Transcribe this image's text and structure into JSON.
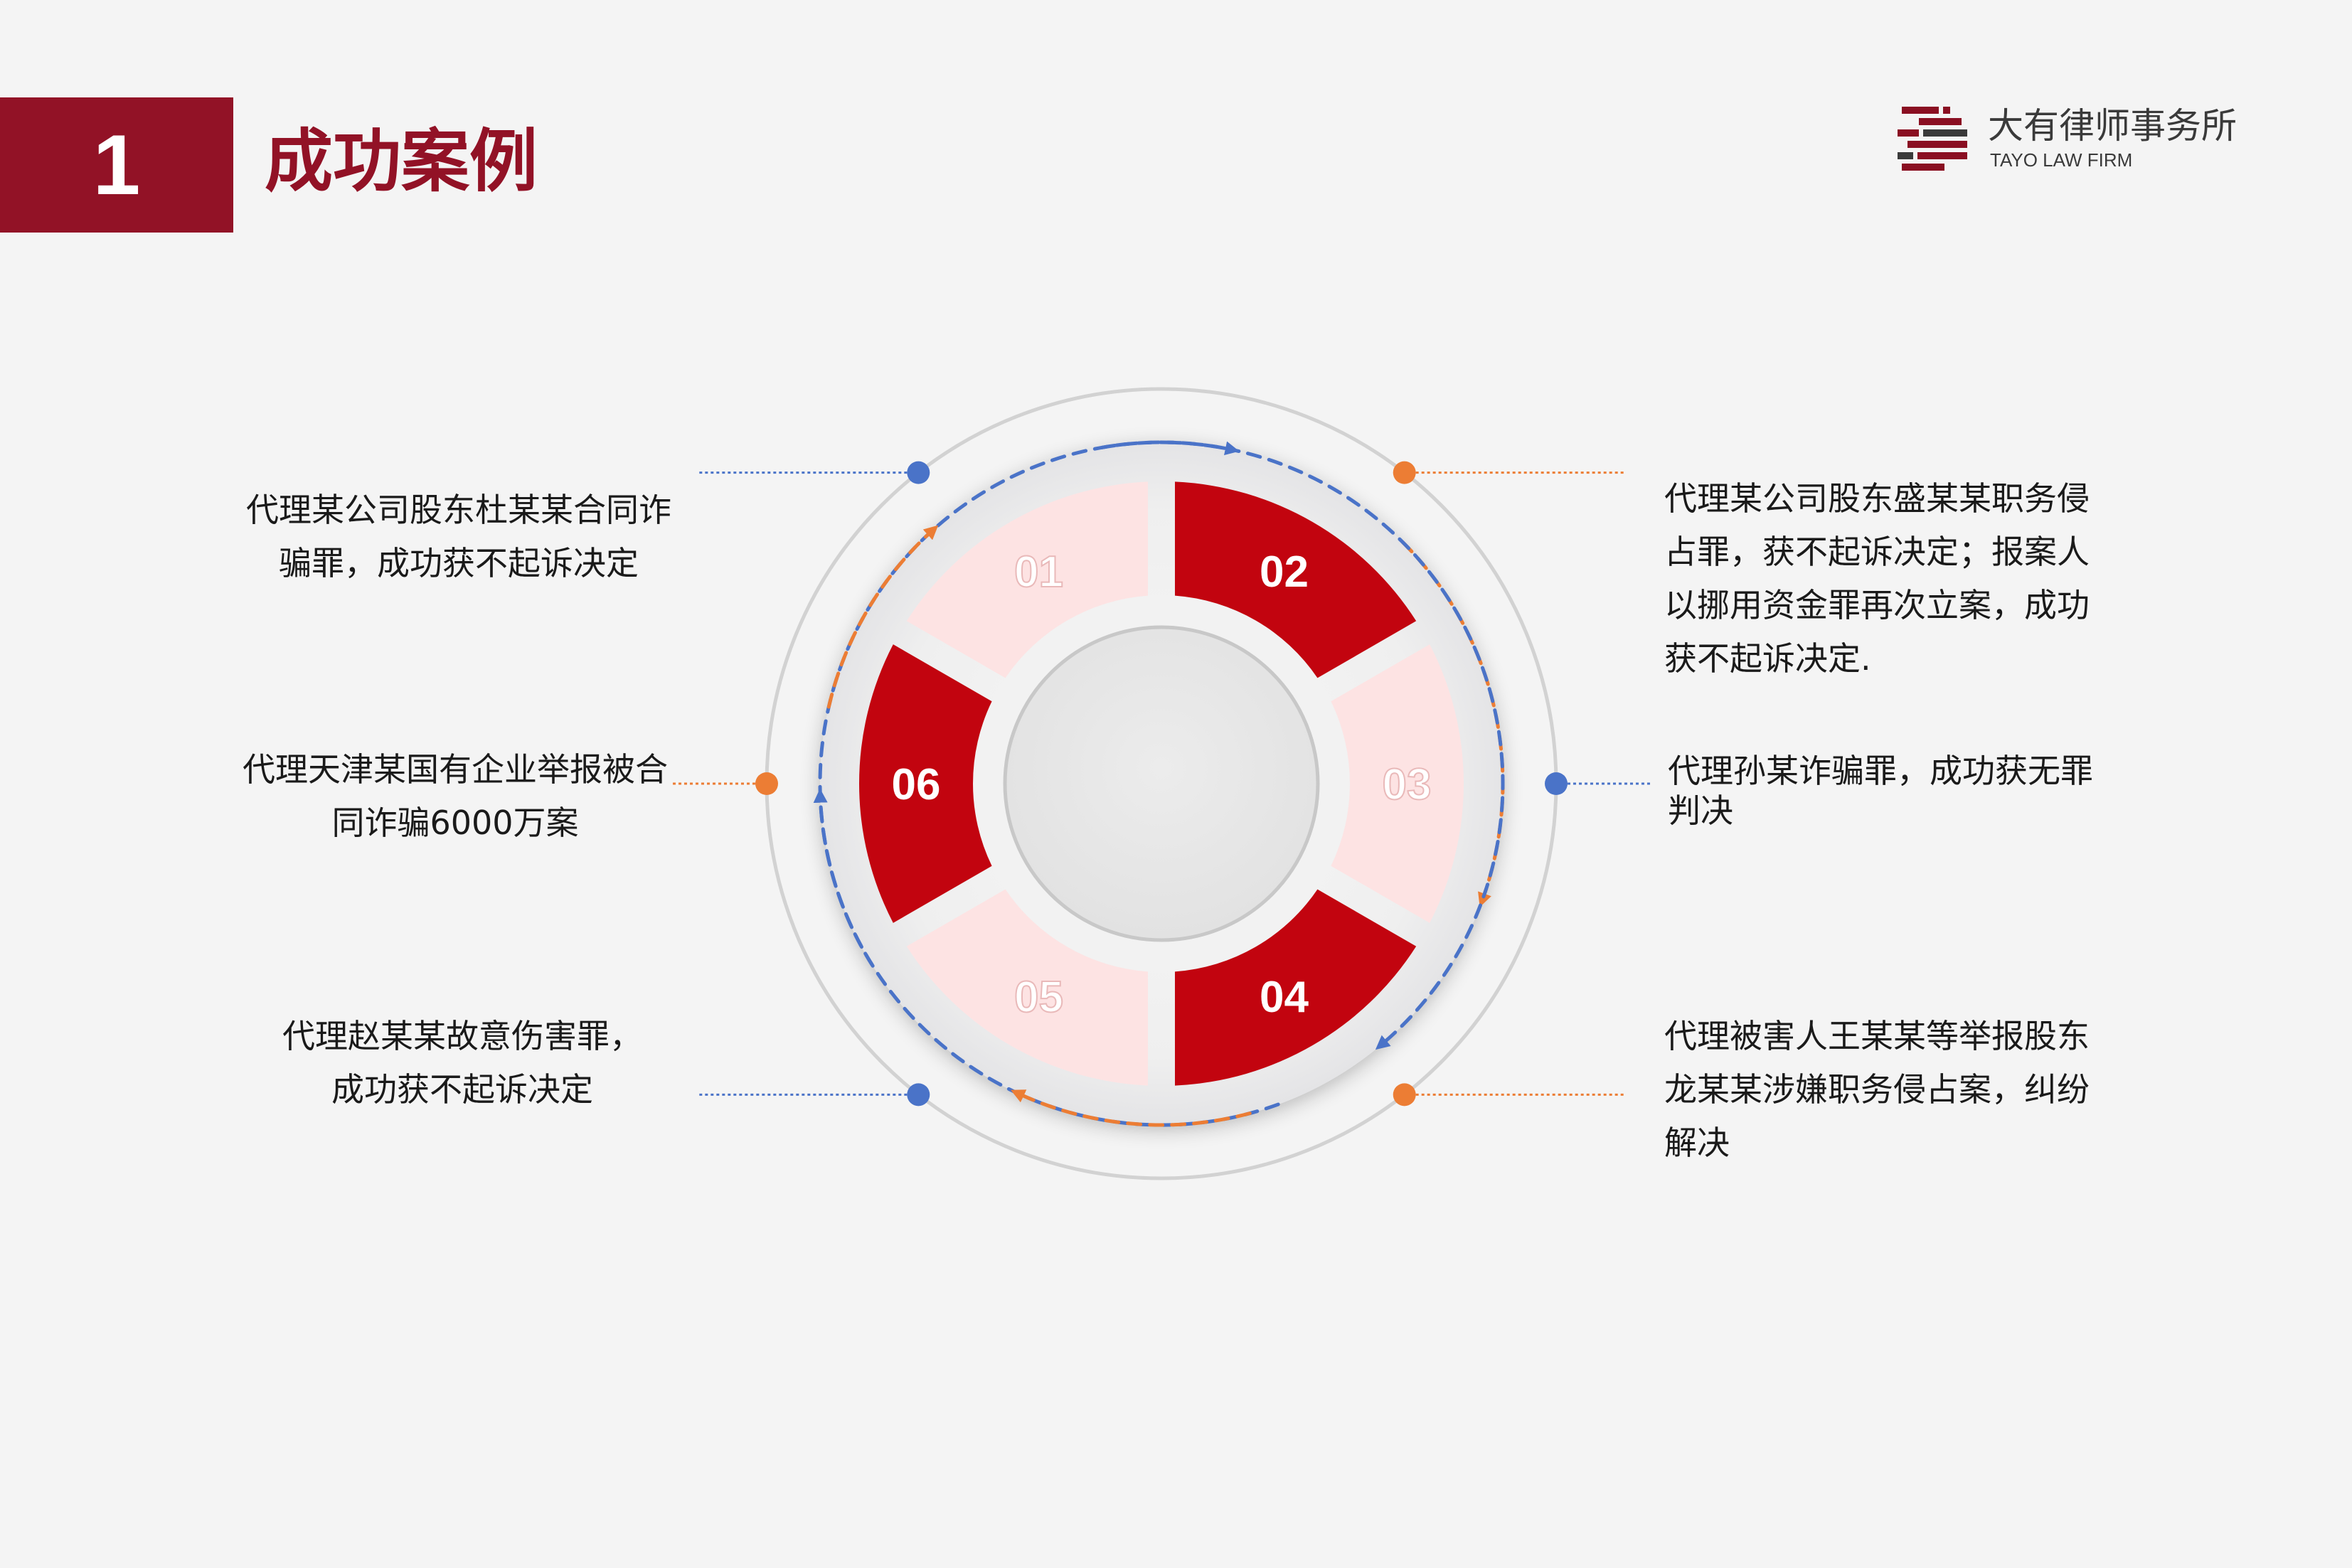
{
  "header": {
    "section_number": "1",
    "title": "成功案例"
  },
  "logo": {
    "name": "大有律师事务所",
    "sub": "TAYO LAW FIRM",
    "icon": "tayo-logo-icon"
  },
  "cycle": {
    "segments": [
      {
        "label": "01",
        "style": "light"
      },
      {
        "label": "02",
        "style": "dark"
      },
      {
        "label": "03",
        "style": "light"
      },
      {
        "label": "04",
        "style": "dark"
      },
      {
        "label": "05",
        "style": "light"
      },
      {
        "label": "06",
        "style": "dark"
      }
    ],
    "colors": {
      "dark": "#c2040f",
      "light": "#fde3e3",
      "blue": "#4a73c8",
      "orange": "#ec7d34"
    }
  },
  "cases": [
    {
      "id": "01",
      "text": "代理某公司股东杜某某合同诈骗罪，成功获不起诉决定",
      "lines": [
        "代理某公司股东杜某某合同诈",
        "骗罪，成功获不起诉决定"
      ]
    },
    {
      "id": "02",
      "text": "代理某公司股东盛某某职务侵占罪，获不起诉决定；报案人以挪用资金罪再次立案，成功获不起诉决定.",
      "lines": [
        "代理某公司股东盛某某职务侵",
        "占罪，获不起诉决定；报案人",
        "以挪用资金罪再次立案，成功",
        "获不起诉决定."
      ]
    },
    {
      "id": "03",
      "text": "代理孙某诈骗罪，成功获无罪判决",
      "lines": [
        "代理孙某诈骗罪，成功获无罪",
        "判决"
      ]
    },
    {
      "id": "04",
      "text": "代理被害人王某某等举报股东龙某某涉嫌职务侵占案，纠纷解决",
      "lines": [
        "代理被害人王某某等举报股东",
        "龙某某涉嫌职务侵占案，纠纷",
        "解决"
      ]
    },
    {
      "id": "05",
      "text": "代理赵某某故意伤害罪，成功获不起诉决定",
      "lines": [
        "代理赵某某故意伤害罪，",
        "成功获不起诉决定"
      ]
    },
    {
      "id": "06",
      "text": "代理天津某国有企业举报被合同诈骗6000万案",
      "lines": [
        "代理天津某国有企业举报被合",
        "同诈骗6000万案"
      ]
    }
  ]
}
